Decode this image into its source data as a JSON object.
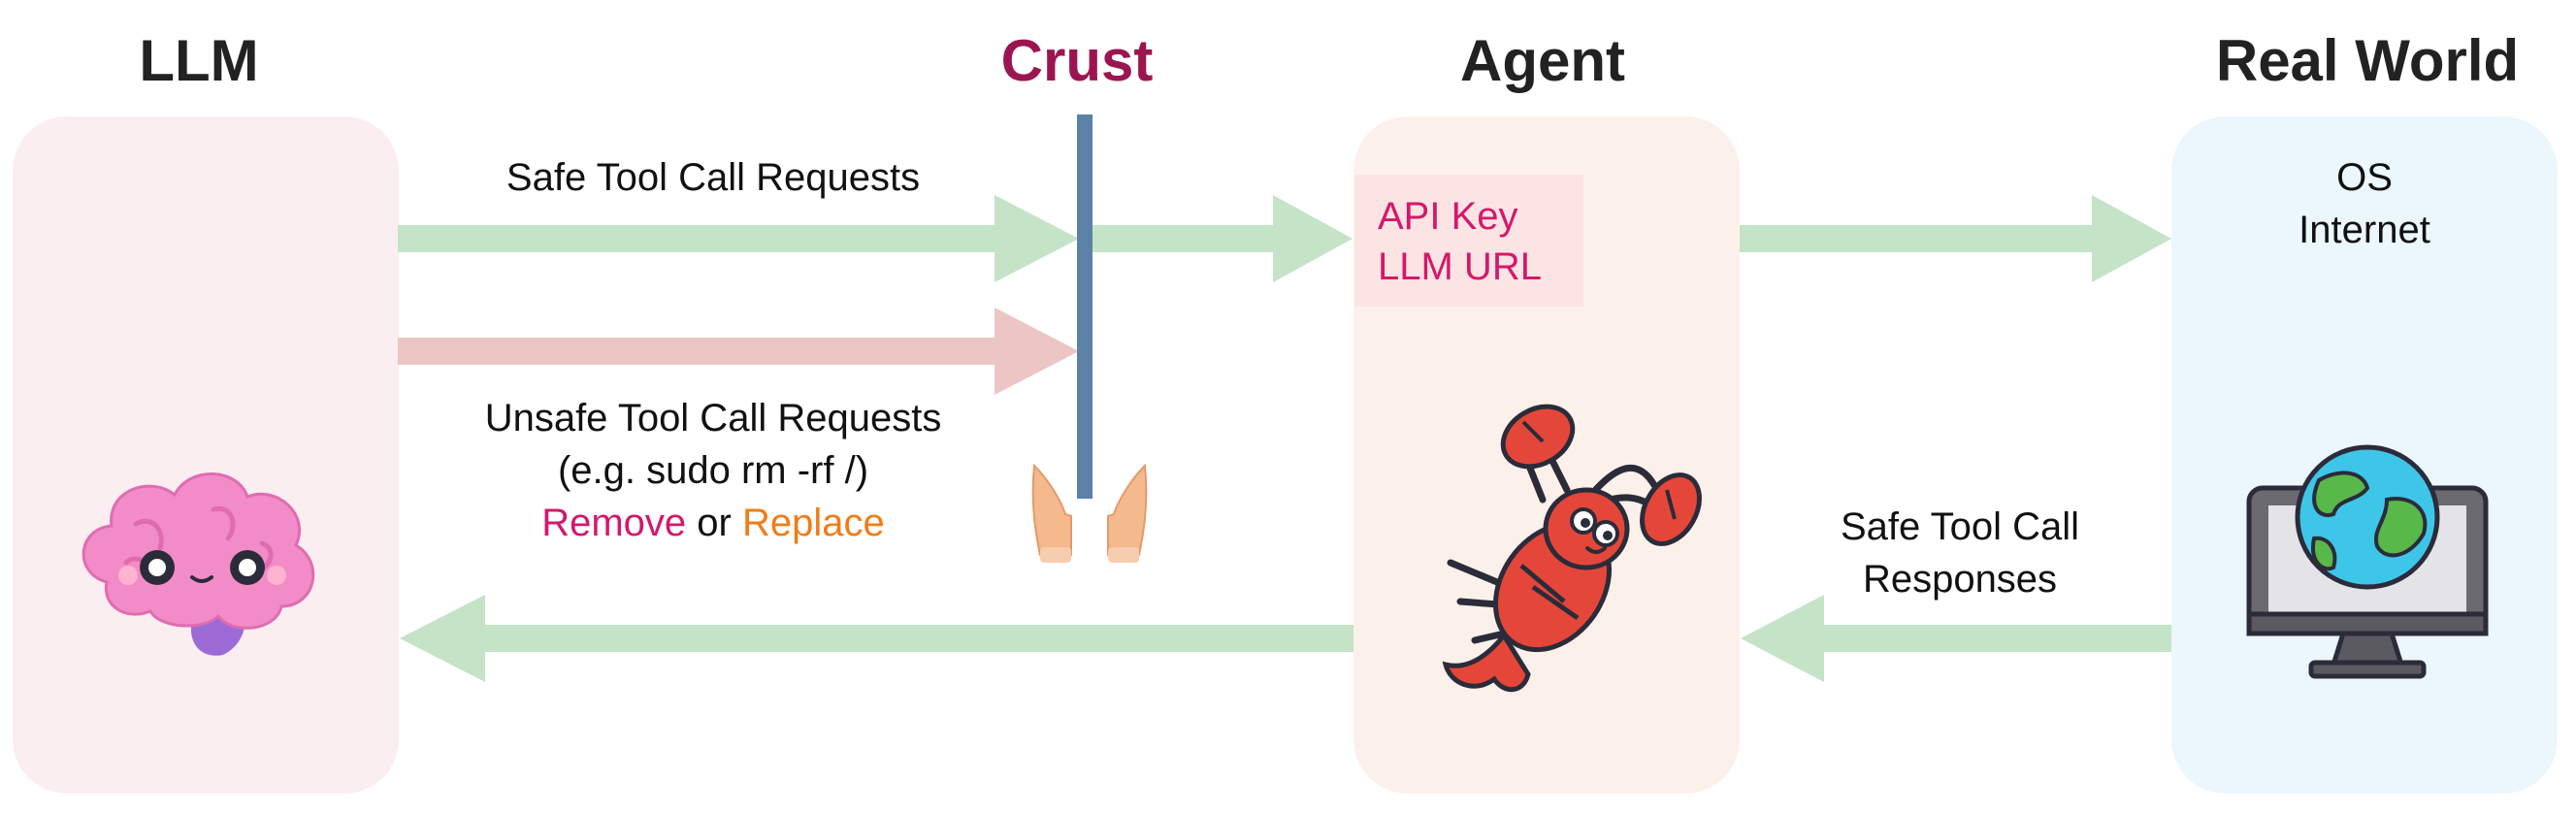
{
  "columns": {
    "llm": "LLM",
    "crust": "Crust",
    "agent": "Agent",
    "real_world": "Real World"
  },
  "labels": {
    "safe_requests": "Safe Tool Call Requests",
    "unsafe_requests_line1": "Unsafe Tool Call Requests",
    "unsafe_requests_line2": "(e.g. sudo rm -rf /)",
    "remove": "Remove",
    "or": "or",
    "replace": "Replace",
    "safe_responses_line1": "Safe Tool Call",
    "safe_responses_line2": "Responses"
  },
  "agent_secrets": {
    "line1": "API Key",
    "line2": "LLM URL"
  },
  "real_world_items": {
    "line1": "OS",
    "line2": "Internet"
  },
  "icons": {
    "llm": "brain-icon",
    "crust_hands": "open-hands-icon",
    "agent": "lobster-icon",
    "real_world": "computer-globe-icon"
  },
  "colors": {
    "crust_title": "#9b1651",
    "crust_bar": "#5b82a6",
    "safe_arrow": "#c4e3c7",
    "unsafe_arrow": "#ebc6c4",
    "remove": "#d4186c",
    "replace": "#f07d18",
    "secrets_text": "#d4186c",
    "llm_panel": "#fbeef0",
    "agent_panel": "#fcf1ea",
    "real_world_panel": "#ebf7fc"
  }
}
